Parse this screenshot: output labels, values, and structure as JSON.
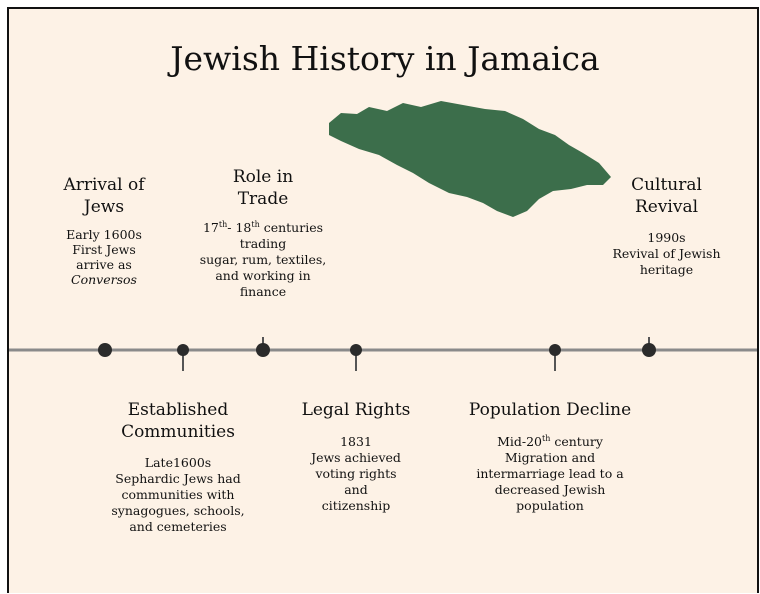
{
  "title": "Jewish History in Jamaica",
  "colors": {
    "background": "#fdf2e6",
    "island": "#3c6e4b",
    "axis": "#8a8a8a",
    "dot": "#2b2b2b"
  },
  "icons": {
    "map": "jamaica-map-icon"
  },
  "events": [
    {
      "id": "arrival",
      "title": [
        "Arrival of",
        "Jews"
      ],
      "lines": [
        "Early 1600s",
        "First Jews",
        "arrive as",
        "Conversos"
      ],
      "italic_line": 3
    },
    {
      "id": "communities",
      "title": [
        "Established",
        "Communities"
      ],
      "lines": [
        "Late1600s",
        "Sephardic Jews had",
        "communities with",
        "synagogues, schools,",
        "and cemeteries"
      ]
    },
    {
      "id": "trade",
      "title": [
        "Role in",
        "Trade"
      ],
      "period": {
        "from": "17",
        "from_sup": "th",
        "sep": "- ",
        "to": "18",
        "to_sup": "th",
        "tail": " centuries"
      },
      "lines": [
        "trading",
        "sugar, rum, textiles,",
        "and working in",
        "finance"
      ]
    },
    {
      "id": "legal",
      "title": [
        "Legal Rights"
      ],
      "lines": [
        "1831",
        "Jews achieved",
        "voting rights",
        "and",
        "citizenship"
      ]
    },
    {
      "id": "decline",
      "title": [
        "Population Decline"
      ],
      "period": {
        "from": "Mid-20",
        "from_sup": "th",
        "tail": " century"
      },
      "lines": [
        "Migration and",
        "intermarriage lead to a",
        "decreased Jewish",
        "population"
      ]
    },
    {
      "id": "revival",
      "title": [
        "Cultural",
        "Revival"
      ],
      "lines": [
        "1990s",
        "Revival of Jewish",
        "heritage"
      ]
    }
  ]
}
